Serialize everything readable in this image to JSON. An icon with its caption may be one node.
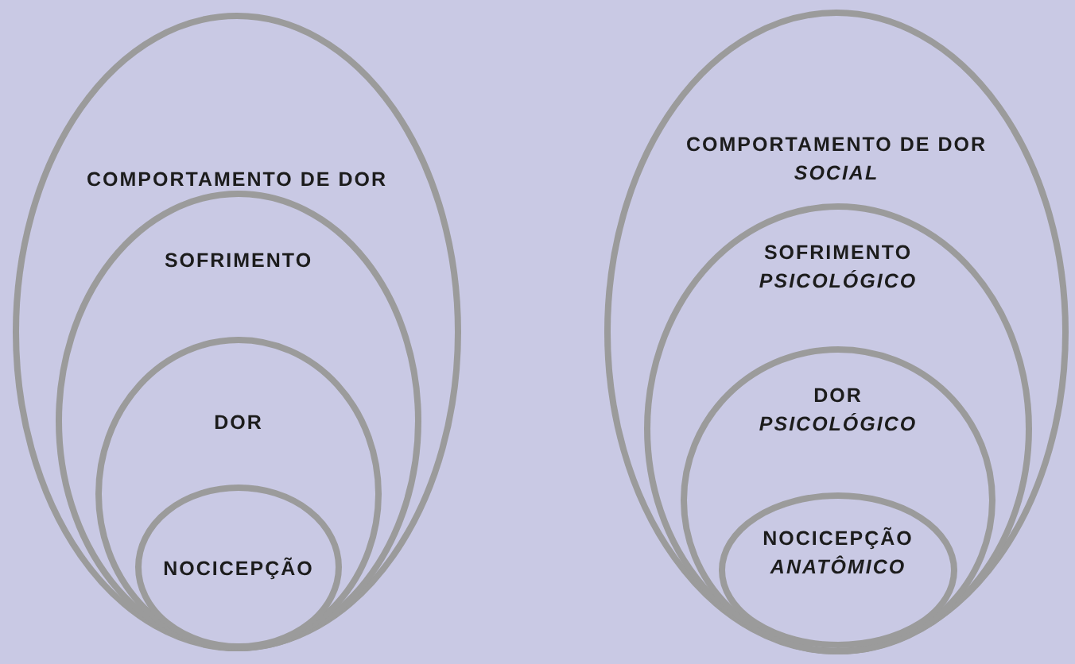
{
  "diagram": {
    "nodes": [
      {
        "text": [
          "COMPORTAMENTO DE DOR"
        ]
      },
      {
        "text": [
          "SOFRIMENTO"
        ],
        "in": 0
      },
      {
        "text": [
          "DOR"
        ],
        "in": 1
      },
      {
        "text": [
          "NOCICEPÇÃO"
        ],
        "in": 2
      },
      {
        "text": [
          "COMPORTAMENTO DE DOR",
          "SOCIAL"
        ]
      },
      {
        "text": [
          "SOFRIMENTO",
          "PSICOLÓGICO"
        ],
        "in": 4
      },
      {
        "text": [
          "DOR",
          "PSICOLÓGICO"
        ],
        "in": 5
      },
      {
        "text": [
          "NOCICEPÇÃO",
          "ANATÔMICO"
        ],
        "in": 6
      }
    ]
  }
}
